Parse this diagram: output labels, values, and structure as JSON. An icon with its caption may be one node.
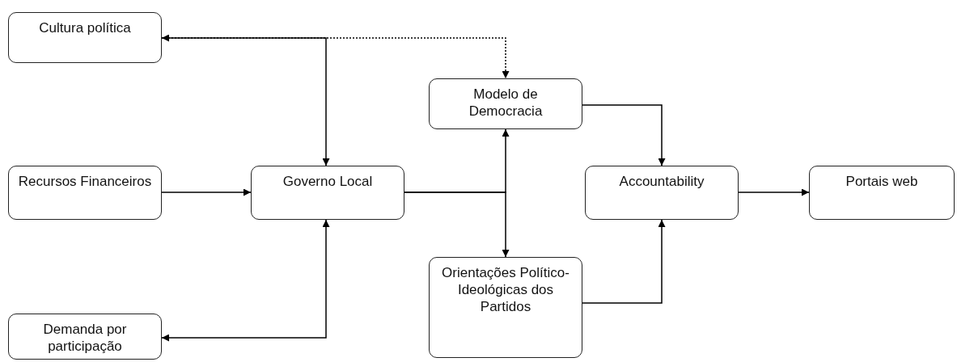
{
  "diagram": {
    "nodes": [
      {
        "text": [
          "Cultura política"
        ]
      },
      {
        "text": [
          "Modelo de Democracia"
        ]
      },
      {
        "text": [
          "Recursos Financeiros"
        ]
      },
      {
        "text": [
          "Governo Local"
        ]
      },
      {
        "text": [
          "Accountability"
        ]
      },
      {
        "text": [
          "Portais web"
        ]
      },
      {
        "text": [
          "Orientações Político-Ideológicas dos Partidos"
        ]
      },
      {
        "text": [
          "Demanda por participação"
        ]
      }
    ],
    "edges": [
      {
        "from": 0,
        "to": 3,
        "arrow": "both"
      },
      {
        "from": 0,
        "to": 1,
        "arrow": "to",
        "style": "dashed"
      },
      {
        "from": 2,
        "to": 3,
        "arrow": "to"
      },
      {
        "from": 7,
        "to": 3,
        "arrow": "both"
      },
      {
        "from": 3,
        "to": 1,
        "arrow": "to"
      },
      {
        "from": 3,
        "to": 6,
        "arrow": "to"
      },
      {
        "from": 1,
        "to": 4,
        "arrow": "to"
      },
      {
        "from": 6,
        "to": 4,
        "arrow": "to"
      },
      {
        "from": 4,
        "to": 5,
        "arrow": "to"
      }
    ]
  }
}
